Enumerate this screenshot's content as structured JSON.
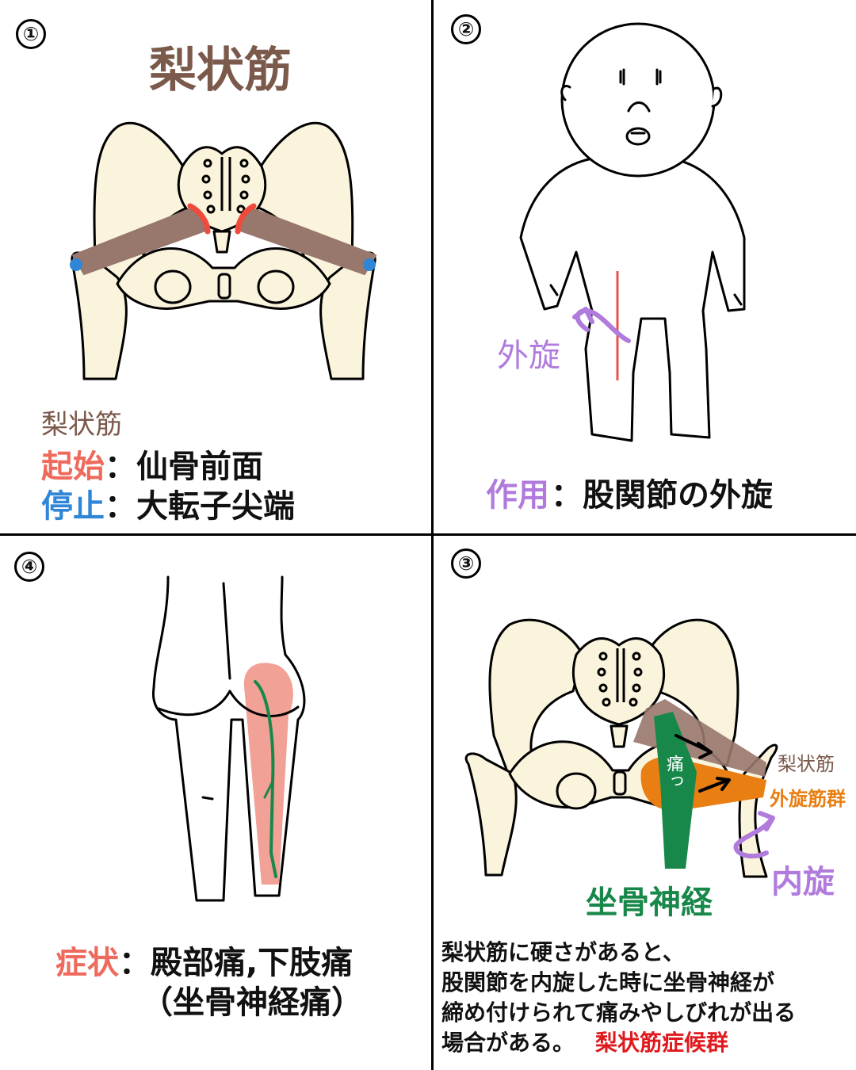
{
  "panel1": {
    "number": "①",
    "title": "梨状筋",
    "muscle_label": "梨状筋",
    "origin_label": "起始",
    "origin_value": "：仙骨前面",
    "insertion_label": "停止",
    "insertion_value": "：大転子尖端"
  },
  "panel2": {
    "number": "②",
    "rotation_label": "外旋",
    "action_label": "作用",
    "action_value": "：股関節の外旋"
  },
  "panel3": {
    "number": "③",
    "pain_label": "痛っ",
    "piriformis_label": "梨状筋",
    "external_rotators_label": "外旋筋群",
    "internal_rotation_label": "内旋",
    "sciatic_nerve_label": "坐骨神経",
    "desc_line1": "梨状筋に硬さがあると、",
    "desc_line2": "股関節を内旋した時に坐骨神経が",
    "desc_line3": "締め付けられて痛みやしびれが出る",
    "desc_line4": "場合がある。",
    "syndrome_label": "梨状筋症候群"
  },
  "panel4": {
    "number": "④",
    "symptom_label": "症状",
    "symptom_value": "：殿部痛,下肢痛",
    "symptom_value2": "（坐骨神経痛）"
  },
  "colors": {
    "bone": "#fbf4dc",
    "muscle": "#98776d",
    "origin": "#ee4b3c",
    "insertion": "#2f86d6",
    "action": "#b07bdc",
    "nerve": "#18884a",
    "rotators": "#e97e12",
    "pain": "#f1a196",
    "syndrome": "#e0191d"
  }
}
